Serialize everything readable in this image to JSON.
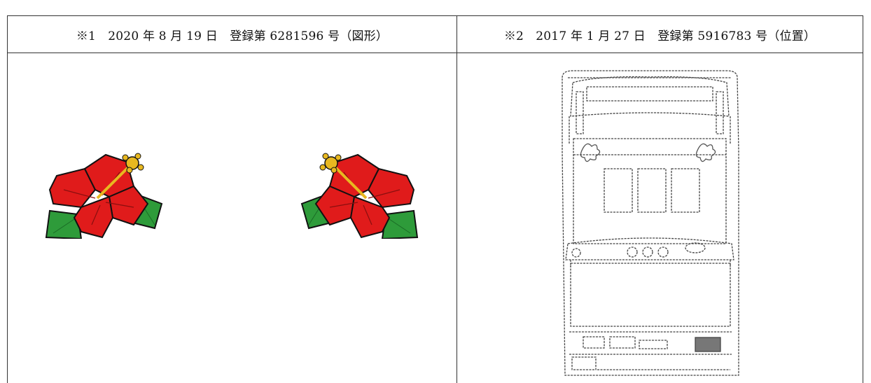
{
  "table": {
    "left_header": "※1　2020 年 8 月 19 日　登録第 6281596 号（図形）",
    "right_header": "※2　2017 年 1 月 27 日　登録第 5916783 号（位置）"
  },
  "figures": {
    "left": {
      "icon": "hibiscus-flower-icon",
      "count": 2,
      "colors": {
        "petal": "#e01b1b",
        "leaf": "#2e9b3a",
        "stamen": "#e8b820",
        "outline": "#111111"
      }
    },
    "right": {
      "icon": "slot-machine-line-drawing"
    }
  }
}
